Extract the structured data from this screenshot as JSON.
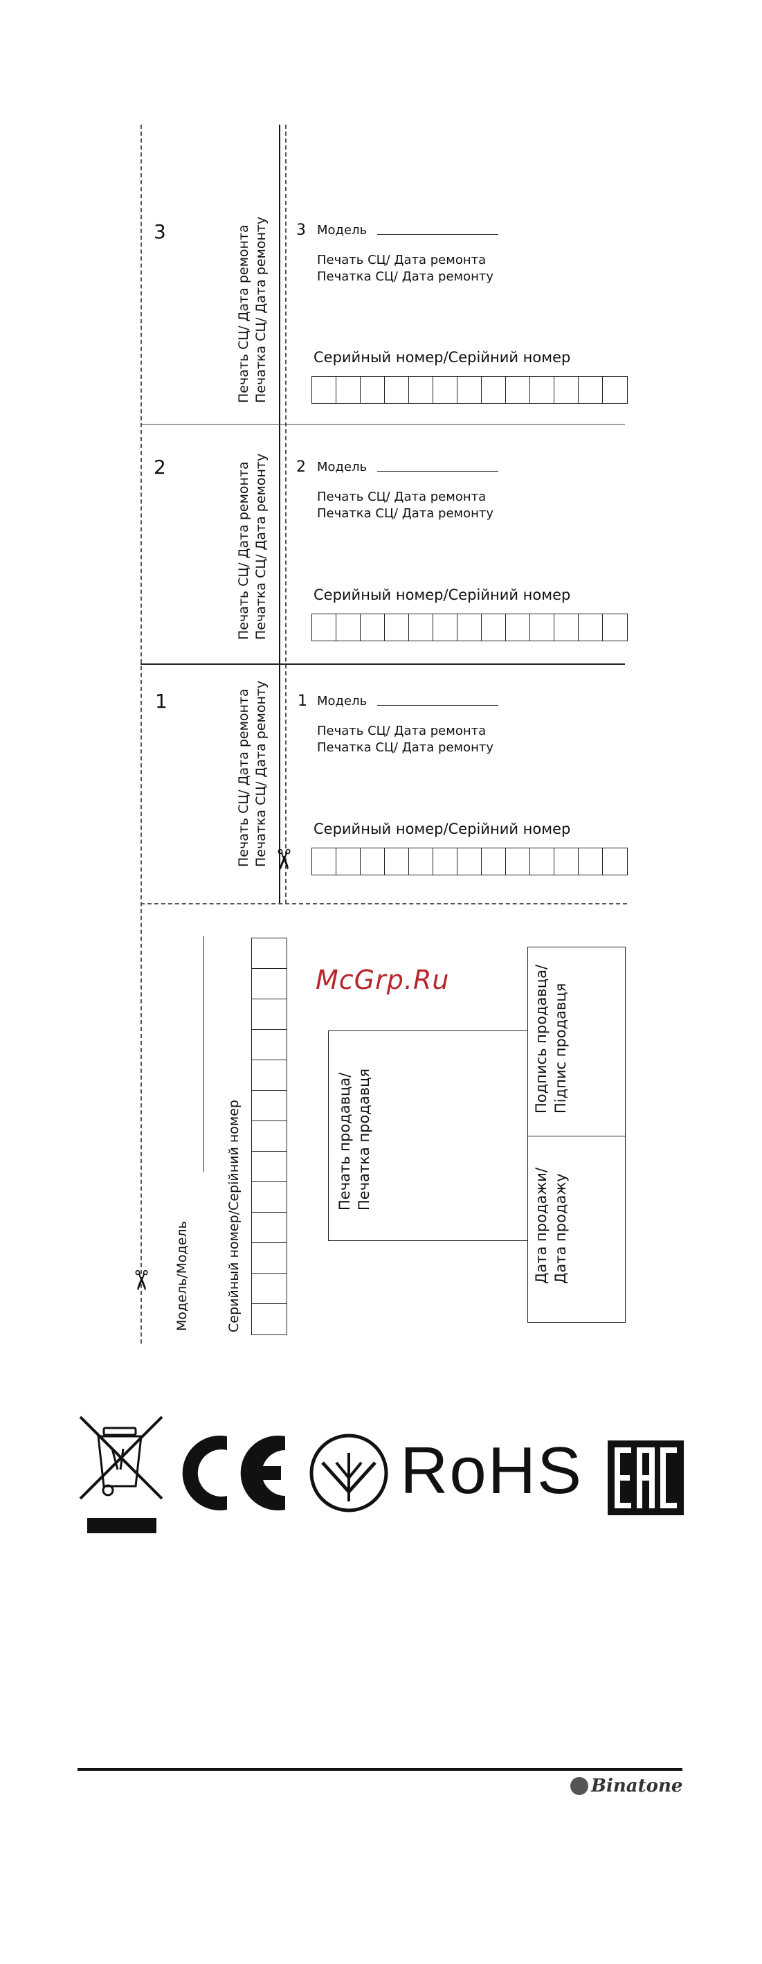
{
  "coupons": [
    {
      "number": "3",
      "model_label": "Модель",
      "stamp_ru": "Печать СЦ/ Дата ремонта",
      "stamp_ua": "Печатка СЦ/ Дата ремонту",
      "serial_label": "Серийный номер/Серійний номер"
    },
    {
      "number": "2",
      "model_label": "Модель",
      "stamp_ru": "Печать СЦ/ Дата ремонта",
      "stamp_ua": "Печатка СЦ/ Дата ремонту",
      "serial_label": "Серийный номер/Серійний номер"
    },
    {
      "number": "1",
      "model_label": "Модель",
      "stamp_ru": "Печать СЦ/ Дата ремонта",
      "stamp_ua": "Печатка СЦ/ Дата ремонту",
      "serial_label": "Серийный номер/Серійний номер"
    }
  ],
  "sale_section": {
    "model_label": "Модель/Модель",
    "serial_label": "Серийный номер/Серійний номер",
    "seller_stamp_ru": "Печать продавца/",
    "seller_stamp_ua": "Печатка продавця",
    "seller_signature_ru": "Подпись продавца/",
    "seller_signature_ua": "Підпис продавця",
    "sale_date_ru": "Дата продажи/",
    "sale_date_ua": "Дата продажу"
  },
  "watermark": "McGrp.Ru",
  "certification_marks": [
    "weee-bin-icon",
    "ce-mark",
    "ukrsepro-mark",
    "RoHS",
    "eac-mark"
  ],
  "rohs_text": "RoHS",
  "eac_letters": "EAC",
  "brand": "Binatone",
  "icons": {
    "scissors": "✂"
  }
}
